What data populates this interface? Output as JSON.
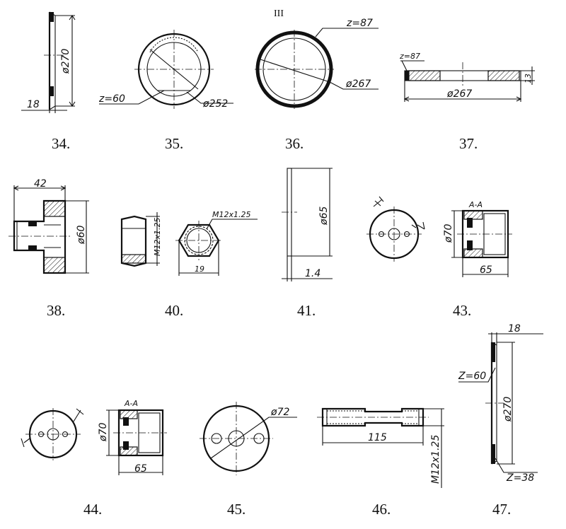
{
  "sheet_number": "III",
  "parts": [
    {
      "caption": "34.",
      "dims": [
        "ø270",
        "18"
      ]
    },
    {
      "caption": "35.",
      "dims": [
        "z=60",
        "ø252"
      ]
    },
    {
      "caption": "36.",
      "dims": [
        "z=87",
        "ø267"
      ]
    },
    {
      "caption": "37.",
      "dims": [
        "z=87",
        "ø267",
        "13"
      ]
    },
    {
      "caption": "38.",
      "dims": [
        "42",
        "ø60"
      ]
    },
    {
      "caption": "40.",
      "dims": [
        "M12x1.25",
        "M12x1.25",
        "19"
      ]
    },
    {
      "caption": "41.",
      "dims": [
        "ø65",
        "1.4"
      ]
    },
    {
      "caption": "43.",
      "dims": [
        "A-A",
        "ø70",
        "65"
      ]
    },
    {
      "caption": "44.",
      "dims": [
        "A-A",
        "ø70",
        "65"
      ]
    },
    {
      "caption": "45.",
      "dims": [
        "ø72"
      ]
    },
    {
      "caption": "46.",
      "dims": [
        "115",
        "M12x1.25"
      ]
    },
    {
      "caption": "47.",
      "dims": [
        "18",
        "Z=60",
        "ø270",
        "Z=38"
      ]
    }
  ]
}
